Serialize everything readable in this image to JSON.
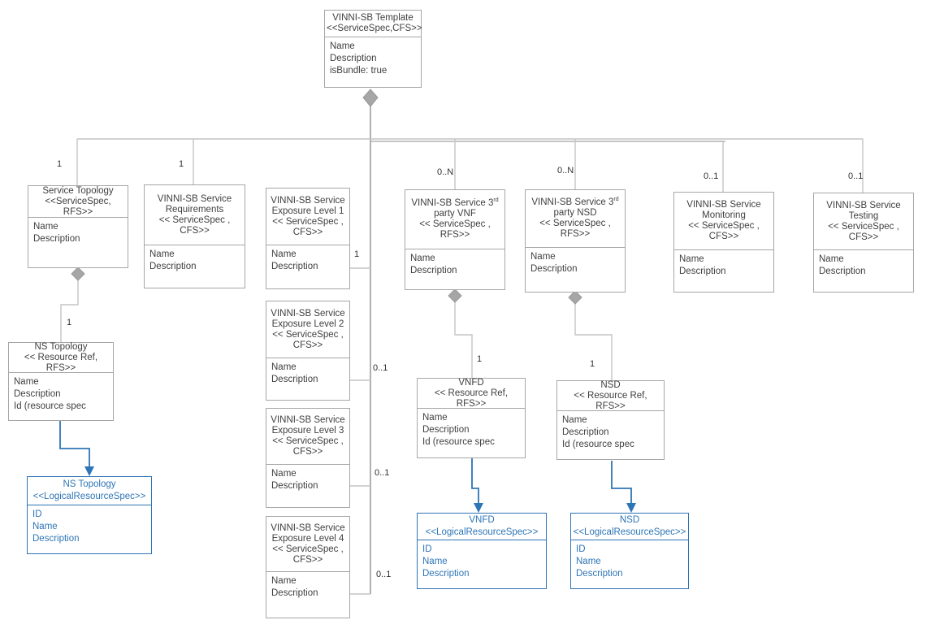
{
  "colors": {
    "box_border_gray": "#a6a6a6",
    "text_gray": "#3f3f3f",
    "accent_blue": "#2e75b6",
    "connector_gray": "#c4c4c4",
    "spine_gray": "#b0b0b0"
  },
  "boxes": {
    "template": {
      "title": "VINNI-SB Template\n<<ServiceSpec,CFS>>",
      "attributes": "Name\nDescription\nisBundle: true"
    },
    "service_topology": {
      "title": "Service Topology\n<<ServiceSpec,\nRFS>>",
      "attributes": "Name\nDescription"
    },
    "requirements": {
      "title": "VINNI-SB Service\nRequirements\n<< ServiceSpec ,\nCFS>>",
      "attributes": "Name\nDescription"
    },
    "exposure1": {
      "title": "VINNI-SB Service\nExposure Level 1\n<< ServiceSpec ,\nCFS>>",
      "attributes": "Name\nDescription"
    },
    "exposure2": {
      "title": "VINNI-SB Service\nExposure Level 2\n<< ServiceSpec ,\nCFS>>",
      "attributes": "Name\nDescription"
    },
    "exposure3": {
      "title": "VINNI-SB Service\nExposure Level 3\n<< ServiceSpec ,\nCFS>>",
      "attributes": "Name\nDescription"
    },
    "exposure4": {
      "title": "VINNI-SB Service\nExposure Level 4\n<< ServiceSpec ,\nCFS>>",
      "attributes": "Name\nDescription"
    },
    "vnf3": {
      "title_pre": "VINNI-SB Service 3",
      "title_sup": "rd",
      "title_rest": "party VNF\n<< ServiceSpec ,\nRFS>>",
      "attributes": "Name\nDescription"
    },
    "nsd3": {
      "title_pre": "VINNI-SB Service 3",
      "title_sup": "rd",
      "title_rest": "party NSD\n<< ServiceSpec ,\nRFS>>",
      "attributes": "Name\nDescription"
    },
    "monitoring": {
      "title": "VINNI-SB Service\nMonitoring\n<< ServiceSpec ,\nCFS>>",
      "attributes": "Name\nDescription"
    },
    "testing": {
      "title": "VINNI-SB Service\nTesting\n<< ServiceSpec ,\nCFS>>",
      "attributes": "Name\nDescription"
    },
    "ns_ref": {
      "title": "NS Topology\n<< Resource Ref,\nRFS>>",
      "attributes": "Name\nDescription\nId (resource spec"
    },
    "vnfd_ref": {
      "title": "VNFD\n<< Resource Ref,\nRFS>>",
      "attributes": "Name\nDescription\nId (resource spec"
    },
    "nsd_ref": {
      "title": "NSD\n<< Resource Ref,\nRFS>>",
      "attributes": "Name\nDescription\nId (resource spec"
    },
    "ns_blue": {
      "title": "NS Topology\n<<LogicalResourceSpec>>",
      "attributes": "ID\nName\nDescription"
    },
    "vnfd_blue": {
      "title": "VNFD\n<<LogicalResourceSpec>>",
      "attributes": "ID\nName\nDescription"
    },
    "nsd_blue": {
      "title": "NSD\n<<LogicalResourceSpec>>",
      "attributes": "ID\nName\nDescription"
    }
  },
  "multiplicities": {
    "service_topology": "1",
    "requirements": "1",
    "vnf3": "0..N",
    "nsd3": "0..N",
    "monitoring": "0..1",
    "testing": "0..1",
    "exposure1": "1",
    "exposure2": "0..1",
    "exposure3": "0..1",
    "exposure4": "0..1",
    "ns_ref": "1",
    "vnfd_ref": "1",
    "nsd_ref": "1"
  }
}
